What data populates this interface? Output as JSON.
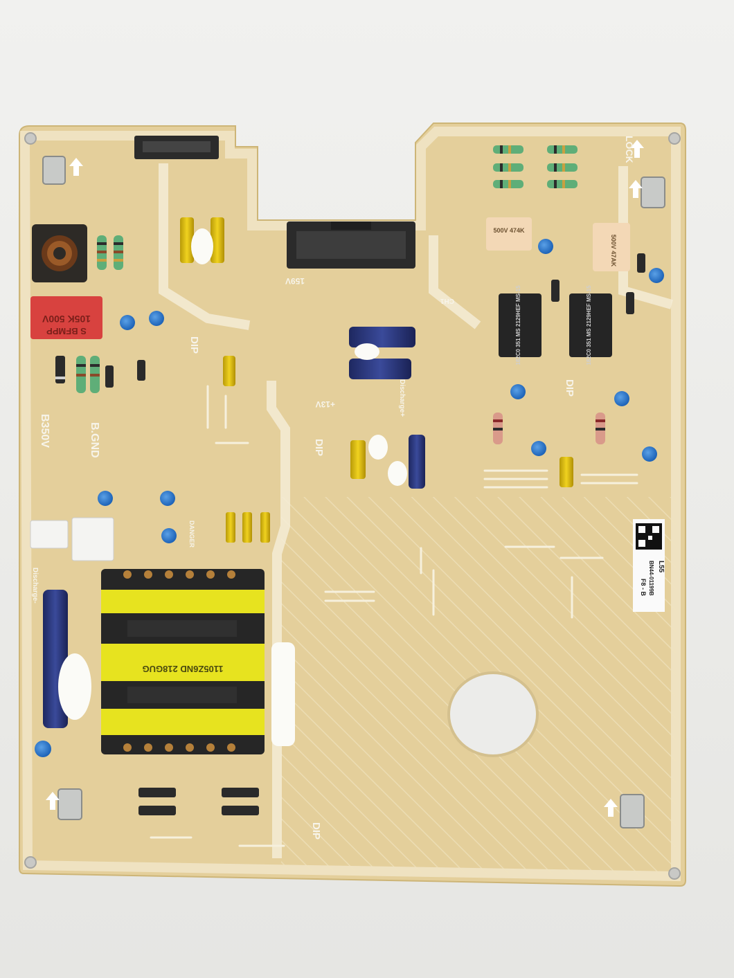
{
  "labels": {
    "b350v": "B350V",
    "bgnd": "B.GND",
    "dip_top": "DIP",
    "dip_mid": "DIP",
    "dip_right": "DIP",
    "dip_bottom": "DIP",
    "lock": "LOCK",
    "v159": "159V",
    "v13": "+13V",
    "model": "L55",
    "code": "BN44-01199B",
    "version": "F8 - B",
    "transformer_marking": "1105Z6ND 218GUG",
    "cap_red_top": "105K 500V",
    "cap_red_bottom": "S BFMPP",
    "cap_beige_left": "500V 474K",
    "cap_beige_right": "500V 47AK",
    "ic_left": "182C0 351 MS 2129HEF MS-15",
    "ic_right": "182C0 351 MS 2129HEF MS-15",
    "discharge_top": "Discharge+",
    "discharge_left": "Discharge-",
    "ch_label": "CH1",
    "danger": "DANGER"
  },
  "colors": {
    "board": "#e4cf9b",
    "board_edge": "#f1e6cb",
    "transformer_tape": "#e7e31f",
    "connector": "#2b2b2b"
  }
}
